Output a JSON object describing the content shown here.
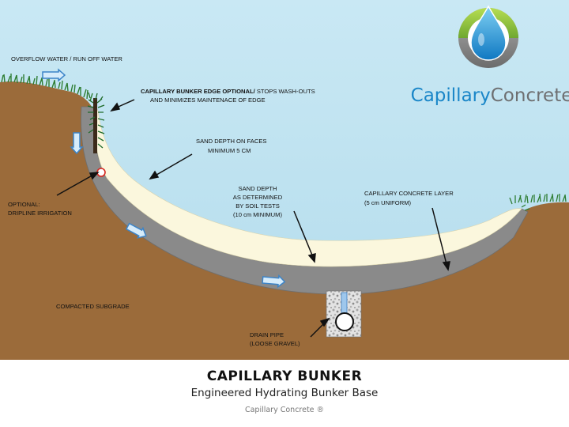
{
  "brand": {
    "part1": "Capillary",
    "part2": "Concrete"
  },
  "colors": {
    "sky": "#bfe2f0",
    "soil": "#9b6b3a",
    "concrete": "#8a8a8a",
    "sand": "#fbf7dd",
    "grass": "#2e7d32",
    "brand_blue": "#1a86c8",
    "brand_gray": "#6e6f71",
    "marker": "#d7261e"
  },
  "labels": {
    "overflow": "OVERFLOW WATER / RUN OFF WATER",
    "edge_bold": "CAPILLARY BUNKER EDGE  OPTIONAL/",
    "edge_rest": " STOPS WASH-OUTS",
    "edge_line2": "AND MINIMIZES MAINTENACE OF EDGE",
    "sand_faces_1": "SAND DEPTH ON FACES",
    "sand_faces_2": "MINIMUM 5 CM",
    "sand_depth_1": "SAND DEPTH",
    "sand_depth_2": "AS DETERMINED",
    "sand_depth_3": "BY SOIL TESTS",
    "sand_depth_4": "(10 cm MINIMUM)",
    "layer_1": "CAPILLARY CONCRETE LAYER",
    "layer_2": "(5 cm UNIFORM)",
    "optional_1": "OPTIONAL:",
    "optional_2": "DRIPLINE IRRIGATION",
    "subgrade": "COMPACTED SUBGRADE",
    "drain_1": "DRAIN PIPE",
    "drain_2": "(LOOSE GRAVEL)"
  },
  "footer": {
    "title": "CAPILLARY BUNKER",
    "subtitle": "Engineered Hydrating Bunker Base",
    "copyright": "Capillary Concrete ®"
  }
}
